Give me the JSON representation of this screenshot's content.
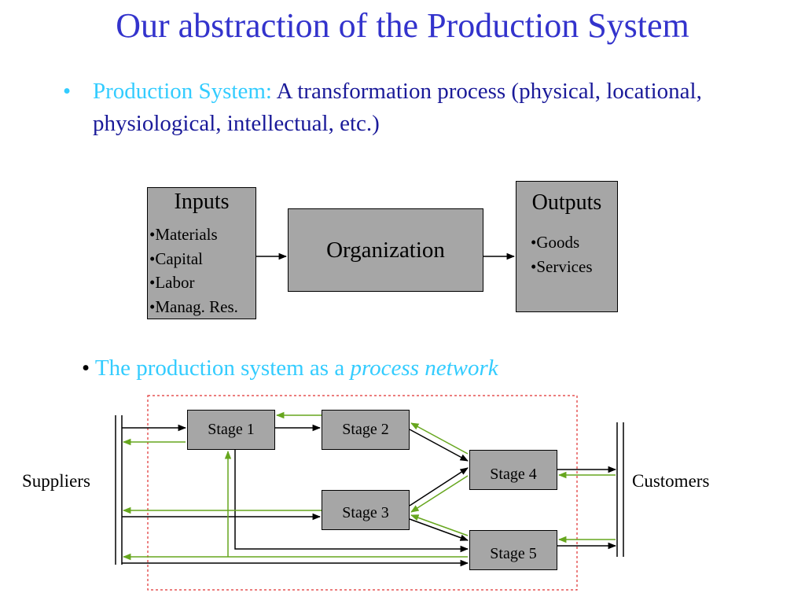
{
  "title": "Our abstraction of the Production System",
  "bullet1": {
    "marker": "•",
    "label": "Production System:",
    "text": "A transformation process (physical, locational, physiological, intellectual, etc.)"
  },
  "diagram1": {
    "inputs": {
      "heading": "Inputs",
      "items": [
        "•Materials",
        "•Capital",
        "•Labor",
        "•Manag. Res."
      ]
    },
    "organization": "Organization",
    "outputs": {
      "heading": "Outputs",
      "items": [
        "•Goods",
        "•Services"
      ]
    }
  },
  "bullet2": {
    "marker": "•",
    "text": "The production system as a",
    "emphasis": "process network"
  },
  "network": {
    "suppliers": "Suppliers",
    "customers": "Customers",
    "stages": [
      "Stage 1",
      "Stage 2",
      "Stage 3",
      "Stage 4",
      "Stage 5"
    ],
    "colors": {
      "forward_flow": "#000000",
      "feedback_flow": "#66a61e",
      "boundary": "#e03030"
    }
  }
}
